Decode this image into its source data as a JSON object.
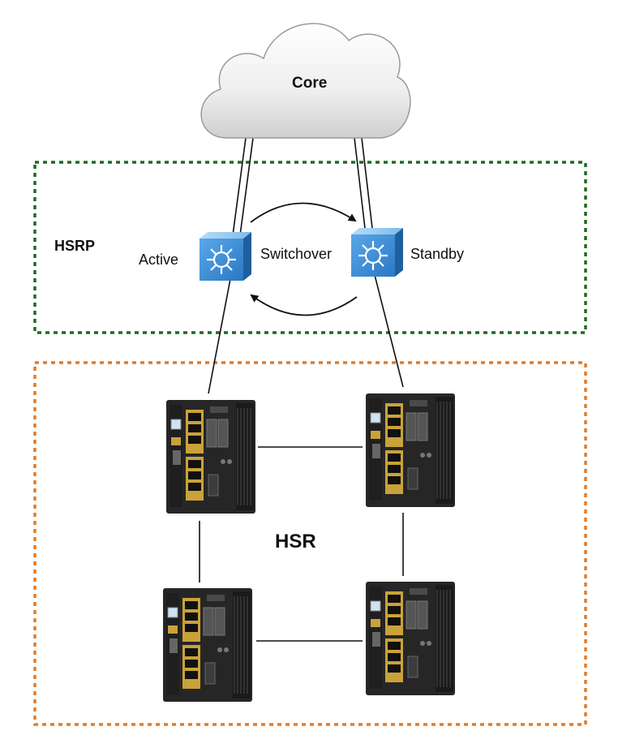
{
  "diagram": {
    "cloud_label": "Core",
    "hsrp_zone_label": "HSRP",
    "hsr_zone_label": "HSR",
    "active_label": "Active",
    "standby_label": "Standby",
    "switchover_label": "Switchover"
  },
  "colors": {
    "hsrp_border": "#1e6b1e",
    "hsr_border": "#e07b2a",
    "router_blue": "#3d8fd6",
    "link": "#111111",
    "switch_body": "#2b2b2b",
    "port_gold": "#c9a23a"
  },
  "icons": {
    "cloud": "cloud-icon",
    "router": "layer3-switch-icon",
    "industrial_switch": "industrial-ethernet-switch-icon"
  }
}
